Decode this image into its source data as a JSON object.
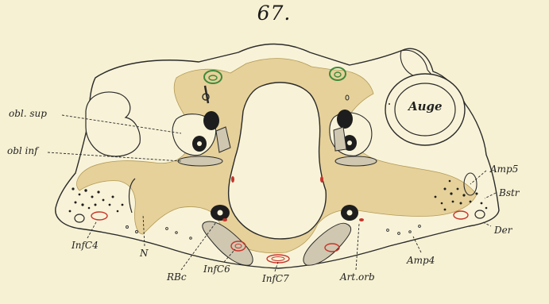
{
  "plate": {
    "number": "67."
  },
  "colors": {
    "background": "#f6f1d3",
    "tissue": "#e6d19a",
    "outline": "#2a2a2a",
    "red_vessel": "#c8342a",
    "green_organ": "#3f8a3a"
  },
  "labels": {
    "obl_sup": "obl. sup",
    "obl_inf": "obl inf",
    "auge": "Auge",
    "amp5": "Amp5",
    "bstr": "Bstr",
    "der": "Der",
    "amp4": "Amp4",
    "art_orb": "Art.orb",
    "inf_c7": "InfC7",
    "inf_c6": "InfC6",
    "rbc": "RBc",
    "n": "N",
    "inf_c4": "InfC4"
  }
}
